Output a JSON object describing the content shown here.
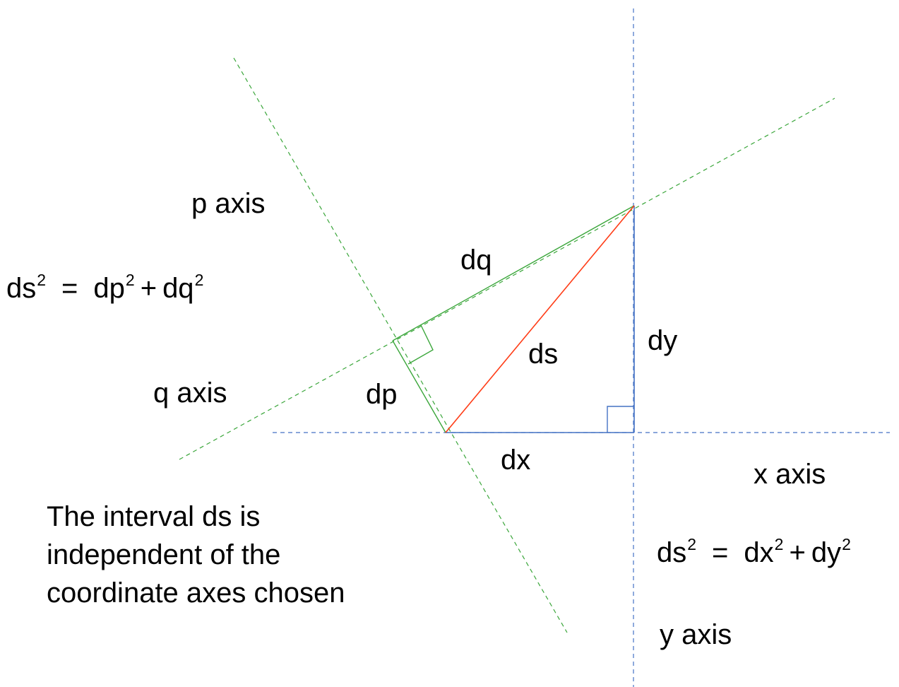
{
  "colors": {
    "xy_axes": "#4472c4",
    "pq_axes": "#3aa63a",
    "interval": "#ff3d17",
    "text": "#000000"
  },
  "labels": {
    "p_axis": "p axis",
    "q_axis": "q axis",
    "x_axis": "x axis",
    "y_axis": "y axis",
    "dq": "dq",
    "dp": "dp",
    "ds": "ds",
    "dx": "dx",
    "dy": "dy"
  },
  "equations": {
    "pq": {
      "lhs": "ds",
      "lhs_exp": "2",
      "eq": "=",
      "t1": "dp",
      "t1_exp": "2",
      "plus": "+",
      "t2": "dq",
      "t2_exp": "2"
    },
    "xy": {
      "lhs": "ds",
      "lhs_exp": "2",
      "eq": "=",
      "t1": "dx",
      "t1_exp": "2",
      "plus": "+",
      "t2": "dy",
      "t2_exp": "2"
    }
  },
  "caption": {
    "line1": "The interval ds is",
    "line2": "independent of the",
    "line3": "coordinate axes chosen"
  }
}
